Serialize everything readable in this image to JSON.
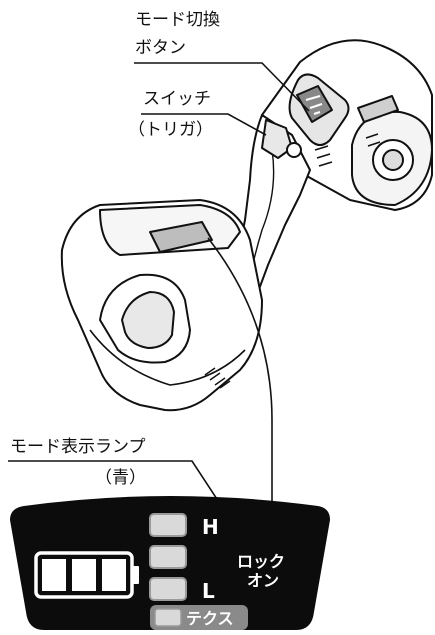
{
  "callouts": {
    "mode_switch_button_line1": "モード切換",
    "mode_switch_button_line2": "ボタン",
    "switch_trigger_line1": "スイッチ",
    "switch_trigger_line2": "（トリガ）",
    "mode_lamp_line1": "モード表示ランプ",
    "mode_lamp_line2": "（青）"
  },
  "panel": {
    "mode_h": "H",
    "mode_l": "L",
    "lock_on_line1": "ロック",
    "lock_on_line2": "オン",
    "tex_label": "テクス"
  },
  "battery": {
    "level_fraction": 1.0
  },
  "colors": {
    "panel_fill": "#0c0c0c",
    "lamp_fill": "#d9d9d9",
    "line": "#111111"
  }
}
